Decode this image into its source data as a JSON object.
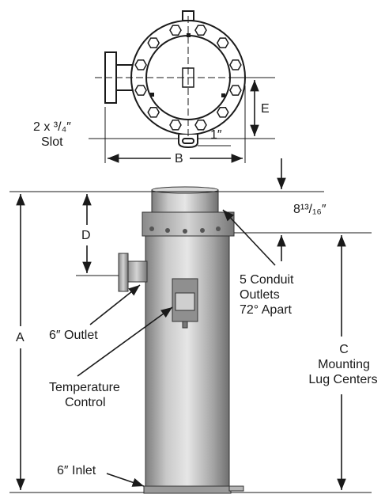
{
  "labels": {
    "slot": "2 x ³/₄″",
    "slot_word": "Slot",
    "dim_1in": "1″",
    "dim_B": "B",
    "dim_E": "E",
    "dim_A": "A",
    "dim_D": "D",
    "dim_C": "C",
    "mounting_1": "Mounting",
    "mounting_2": "Lug Centers",
    "top_dim": "8¹³/₁₆″",
    "conduit_1": "5 Conduit",
    "conduit_2": "Outlets",
    "conduit_3": "72° Apart",
    "outlet": "6″ Outlet",
    "temp_1": "Temperature",
    "temp_2": "Control",
    "inlet": "6″ Inlet"
  },
  "colors": {
    "line": "#1a1a1a",
    "metal_light": "#d8d8d8",
    "metal_mid": "#a9a9a9",
    "metal_dark": "#6a6a6a"
  }
}
